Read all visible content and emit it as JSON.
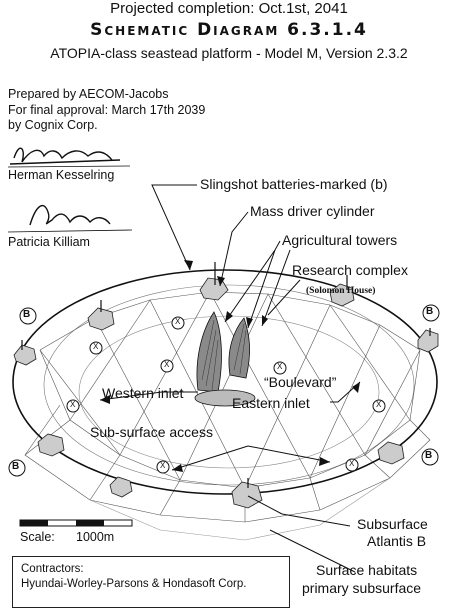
{
  "header": {
    "completion": "Projected completion: Oct.1st, 2041",
    "title": "Schematic Diagram 6.3.1.4",
    "subtitle": "ATOPIA-class seastead platform - Model M, Version 2.3.2"
  },
  "credits": {
    "prepared_by": "Prepared by AECOM-Jacobs",
    "approval": "For final approval: March 17th 2039",
    "by": "by Cognix Corp.",
    "signatory_1": "Herman Kesselring",
    "signatory_2": "Patricia Killiam"
  },
  "labels": {
    "slingshot": "Slingshot batteries-marked (b)",
    "mass_driver": "Mass driver cylinder",
    "agri_towers": "Agricultural towers",
    "research": "Research complex",
    "solomon": "(Solomon House)",
    "boulevard": "“Boulevard”",
    "western_inlet": "Western inlet",
    "eastern_inlet": "Eastern inlet",
    "sub_surface_access": "Sub-surface access",
    "subsurface": "Subsurface",
    "atlantis": "Atlantis B",
    "surface_habitats": "Surface habitats",
    "primary_subsurface": "primary subsurface"
  },
  "markers": {
    "battery": "B",
    "access": "X"
  },
  "scale": {
    "label": "Scale:",
    "value": "1000m"
  },
  "contractors": {
    "heading": "Contractors:",
    "names": "Hyundai-Worley-Parsons & Hondasoft Corp."
  }
}
